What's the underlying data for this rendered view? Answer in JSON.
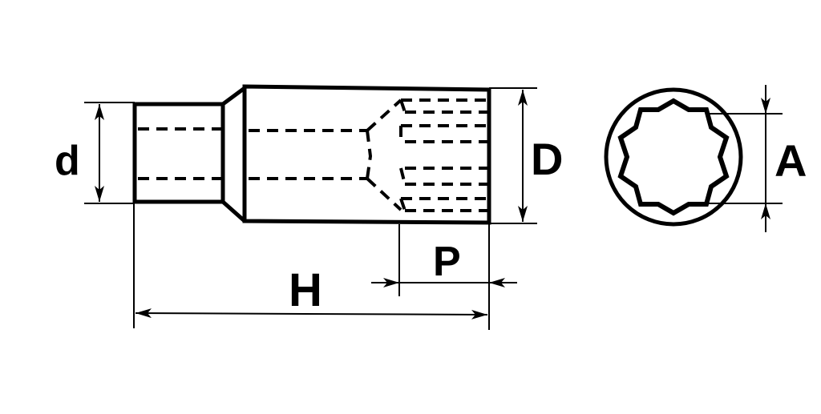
{
  "diagram": {
    "subject": "Deep 12-point socket technical drawing",
    "colors": {
      "line": "#000000",
      "background": "#ffffff"
    },
    "labels": {
      "d": "d",
      "D": "D",
      "H": "H",
      "P": "P",
      "A": "A"
    }
  }
}
